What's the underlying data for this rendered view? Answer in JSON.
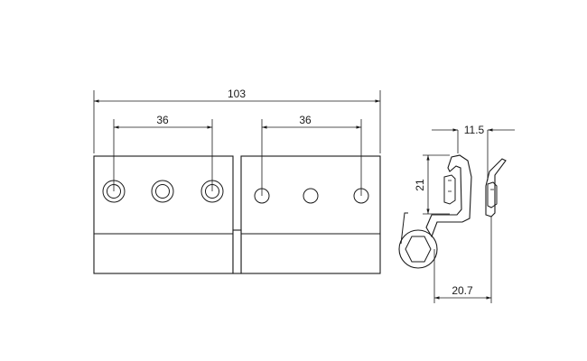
{
  "dimensions": {
    "overall_width": "103",
    "left_hole_spacing": "36",
    "right_hole_spacing": "36",
    "top_offset": "11.5",
    "height": "21",
    "profile_width": "20.7"
  },
  "colors": {
    "line": "#1a1a1a",
    "background": "#ffffff"
  }
}
